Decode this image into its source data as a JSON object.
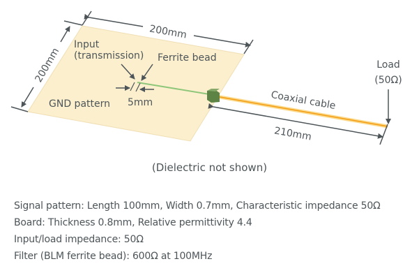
{
  "diagram": {
    "board_width_label": "200mm",
    "board_depth_label": "200mm",
    "input_label_line1": "Input",
    "input_label_line2": "(transmission)",
    "ferrite_label": "Ferrite bead",
    "gap_label": "5mm",
    "gnd_label": "GND pattern",
    "coax_label": "Coaxial cable",
    "coax_length_label": "210mm",
    "load_label_line1": "Load",
    "load_label_line2": "(50Ω)",
    "caption": "(Dielectric not shown)"
  },
  "specs": [
    "Signal pattern: Length 100mm, Width 0.7mm, Characteristic impedance 50Ω",
    "Board: Thickness 0.8mm, Relative permittivity 4.4",
    "Input/load impedance: 50Ω",
    "Filter (BLM ferrite bead): 600Ω at 100MHz"
  ],
  "colors": {
    "board": "#fcefcd",
    "signal": "#8fc77a",
    "bead": "#6a8f4e",
    "coax": "#f39c12",
    "text": "#4d5559"
  }
}
